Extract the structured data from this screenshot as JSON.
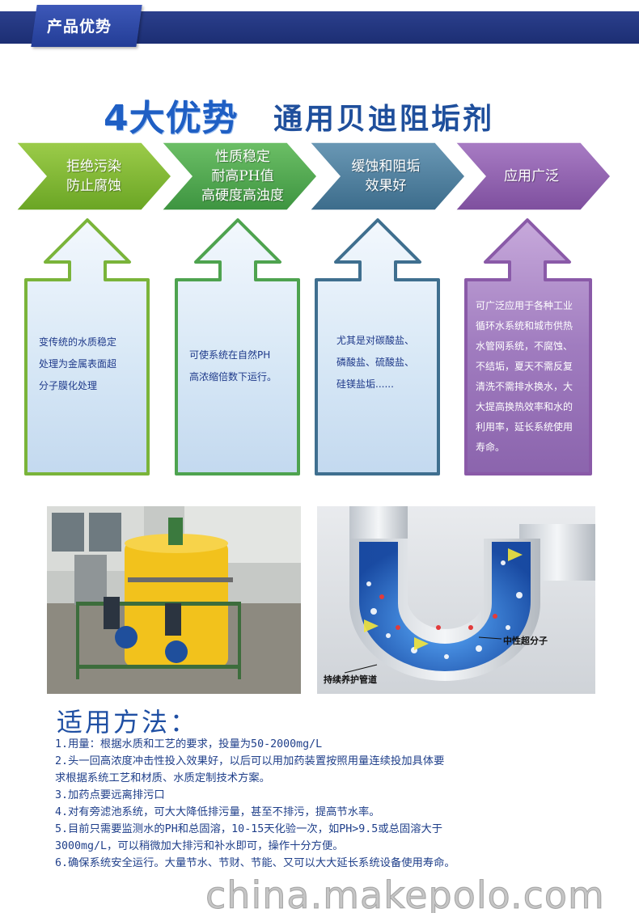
{
  "header": {
    "tab_label": "产品优势",
    "band_color": "#1c2e73"
  },
  "title": {
    "main": "4大优势",
    "sub": "通用贝迪阻垢剂"
  },
  "advantages": [
    {
      "color": "#7bb52b",
      "heading_lines": [
        "拒绝污染",
        "防止腐蚀"
      ],
      "detail_lines": [
        "变传统的水质稳定",
        "处理为金属表面超",
        "分子膜化处理"
      ]
    },
    {
      "color": "#4da14e",
      "heading_lines": [
        "性质稳定",
        "耐高PH值",
        "高硬度高浊度"
      ],
      "detail_lines": [
        "可使系统在自然PH",
        "高浓缩倍数下运行。"
      ]
    },
    {
      "color": "#3f6f8f",
      "heading_lines": [
        "缓蚀和阻垢",
        "效果好"
      ],
      "detail_lines": [
        "尤其是对碳酸盐、",
        "磷酸盐、硫酸盐、",
        "硅镁盐垢......"
      ]
    },
    {
      "color": "#8a5aa8",
      "heading_lines": [
        "应用广泛"
      ],
      "detail_lines": [
        "可广泛应用于各种工业",
        "循环水系统和城市供热",
        "水管网系统，不腐蚀、",
        "不结垢，夏天不需反复",
        "清洗不需排水换水，大",
        "大提高换热效率和水的",
        "利用率，延长系统使用",
        "寿命。"
      ]
    }
  ],
  "photos": {
    "pipe_labels": {
      "molecule": "中性超分子",
      "protect": "持续养护管道"
    }
  },
  "usage": {
    "title": "适用方法：",
    "lines": [
      "1.用量：根据水质和工艺的要求，投量为50-2000mg/L",
      "2.头一回高浓度冲击性投入效果好，以后可以用加药装置按照用量连续投加具体要",
      "求根据系统工艺和材质、水质定制技术方案。",
      "3.加药点要远离排污口",
      "4.对有旁滤池系统，可大大降低排污量，甚至不排污，提高节水率。",
      "5.目前只需要监测水的PH和总固溶，10-15天化验一次，如PH>9.5或总固溶大于",
      "3000mg/L，可以稍微加大排污和补水即可，操作十分方便。",
      "6.确保系统安全运行。大量节水、节财、节能、又可以大大延长系统设备使用寿命。"
    ]
  },
  "watermark": "china.makepolo.com"
}
